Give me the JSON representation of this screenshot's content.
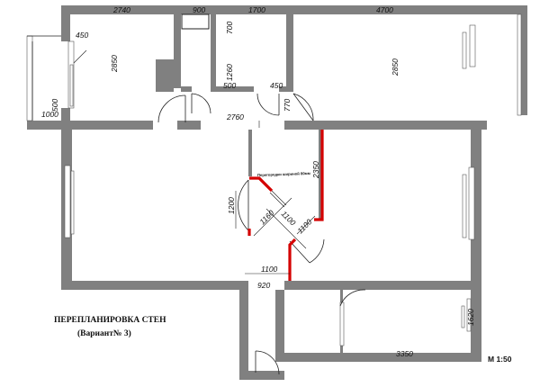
{
  "title": "ПЕРЕПЛАНИРОВКА   СТЕН",
  "subtitle": "(Вариант№ 3)",
  "scale": "М 1:50",
  "note": "Перегородки шириной 80мм",
  "dimensions": {
    "d2740": "2740",
    "d900": "900",
    "d1700": "1700",
    "d4700": "4700",
    "d450a": "450",
    "d2850a": "2850",
    "d700": "700",
    "d1260": "1260",
    "d500a": "500",
    "d450b": "450",
    "d2850b": "2850",
    "d500b": "500",
    "d1000": "1000",
    "d770": "770",
    "d2760": "2760",
    "d2350": "2350",
    "d1200": "1200",
    "d1160": "1160",
    "d1100a": "1100",
    "d1100b": "1100",
    "d1100c": "1100",
    "d920": "920",
    "d1620": "1620",
    "d3350": "3350"
  },
  "colors": {
    "wall": "#808080",
    "new_partition": "#d40000",
    "line": "#222222"
  }
}
